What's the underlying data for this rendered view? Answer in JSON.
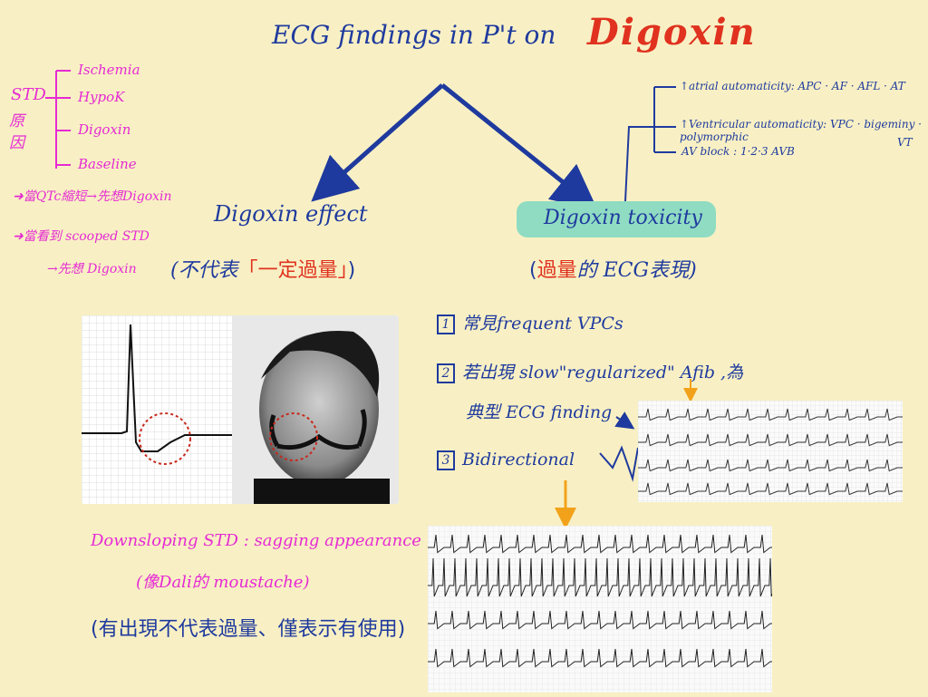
{
  "title": {
    "main": "ECG findings in P't on",
    "drug": "Digoxin"
  },
  "std_side": {
    "label": "STD",
    "causes_label": "原因",
    "causes": [
      "Ischemia",
      "HypoK",
      "Digoxin",
      "Baseline"
    ],
    "notes": [
      "➜當QTc縮短→先想Digoxin",
      "➜當看到 scooped STD",
      "→先想 Digoxin"
    ]
  },
  "effect": {
    "title": "Digoxin effect",
    "sub_prefix": "(不代表",
    "sub_highlight": "「一定過量」",
    "sub_suffix": ")"
  },
  "toxicity": {
    "title": "Digoxin toxicity",
    "sub_prefix": "(",
    "sub_highlight": "過量",
    "sub_suffix": "的 ECG表現)",
    "items": [
      "↑atrial automaticity: APC · AF · AFL · AT",
      "↑Ventricular automaticity: VPC · bigeminy · polymorphic",
      "VT",
      "AV block : 1·2·3 AVB"
    ],
    "findings": [
      {
        "num": "1",
        "text": "常見frequent VPCs"
      },
      {
        "num": "2",
        "text": "若出現 slow\"regularized\" Afib ,為"
      },
      {
        "num": "",
        "text": "典型 ECG finding"
      },
      {
        "num": "3",
        "text": "Bidirectional"
      }
    ]
  },
  "captions": {
    "line1": "Downsloping STD : sagging appearance",
    "line2": "(像Dali的 moustache)",
    "line3": "(有出現不代表過量、僅表示有使用)"
  },
  "colors": {
    "blue": "#1f3a9e",
    "red": "#e0321f",
    "pink": "#e62ad4",
    "teal": "#8fdcc2",
    "orange": "#f2a21a",
    "paper": "#f8f0c4"
  }
}
